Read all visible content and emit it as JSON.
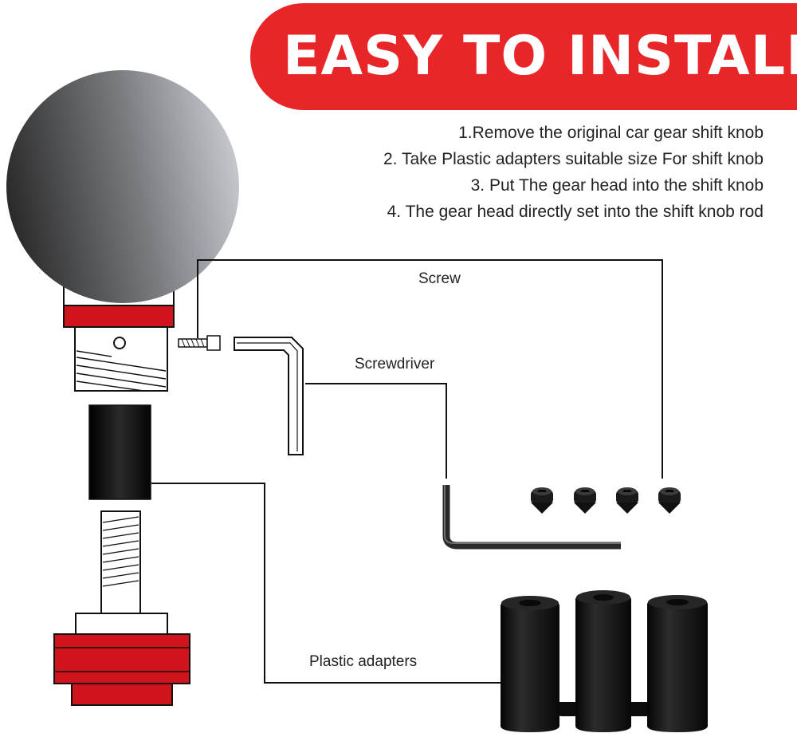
{
  "banner": {
    "title": "EASY TO INSTALL",
    "color": "#e8262a"
  },
  "steps": [
    "1.Remove the original car gear shift knob",
    "2. Take Plastic adapters suitable size For shift knob",
    "3. Put The gear head into the shift knob",
    "4. The gear head directly set into the shift knob rod"
  ],
  "labels": {
    "screw": "Screw",
    "screwdriver": "Screwdriver",
    "plastic_adapters": "Plastic adapters"
  },
  "colors": {
    "accent_red": "#d0141c",
    "part_black": "#111111",
    "line": "#111111"
  }
}
